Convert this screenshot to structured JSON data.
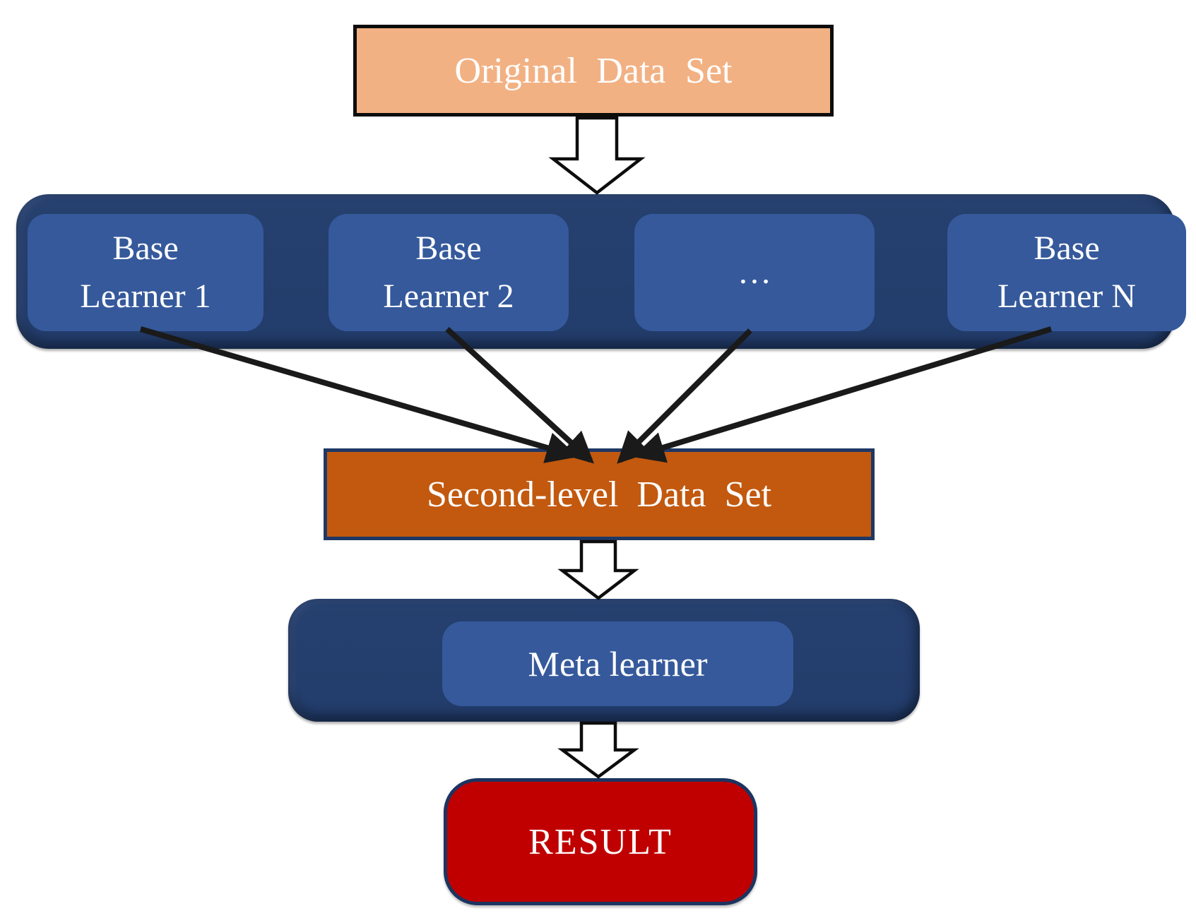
{
  "diagram": {
    "nodes": {
      "original": {
        "label": "Original Data Set"
      },
      "base_layer": {
        "learners": [
          {
            "label": "Base\nLearner 1"
          },
          {
            "label": "Base\nLearner 2"
          },
          {
            "label": "…"
          },
          {
            "label": "Base\nLearner N"
          }
        ]
      },
      "second_level": {
        "label": "Second-level Data Set"
      },
      "meta": {
        "label": "Meta learner"
      },
      "result": {
        "label": "RESULT"
      }
    },
    "colors": {
      "original_fill": "#F2B183",
      "original_border": "#0d0d0d",
      "layer_container_fill": "#24407A",
      "learner_fill": "#35599B",
      "second_level_fill": "#C2590F",
      "navy_border": "#1F3864",
      "result_fill": "#C00000",
      "result_border": "#1D3460",
      "arrow_outline": "#0d0d0d",
      "arrow_fill": "#ffffff",
      "connector_color": "#1a1a1a",
      "text_color": "#ffffff"
    }
  }
}
